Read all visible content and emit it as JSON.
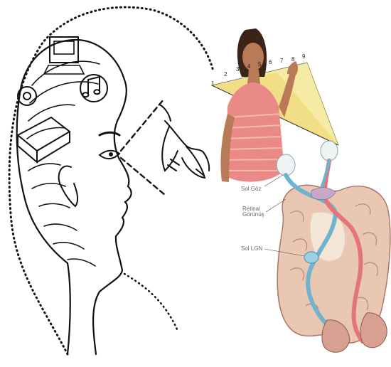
{
  "visual_field_numbers": [
    "1",
    "2",
    "3",
    "4",
    "5",
    "6",
    "7",
    "8",
    "9"
  ],
  "labels": {
    "left_eye": "Sol Göz",
    "retinal_view_line1": "Retinal",
    "retinal_view_line2": "Görünüş",
    "left_lgn": "Sol LGN"
  },
  "colors": {
    "ink": "#111111",
    "visual_field_fill": "#f3e58a",
    "left_pathway": "#6fb3cf",
    "right_pathway": "#e2747a",
    "brain_tissue": "#e9c7b3",
    "brain_outline": "#a9786a",
    "shirt": "#e98a86",
    "skin": "#b97a57",
    "hair": "#3a2418"
  }
}
